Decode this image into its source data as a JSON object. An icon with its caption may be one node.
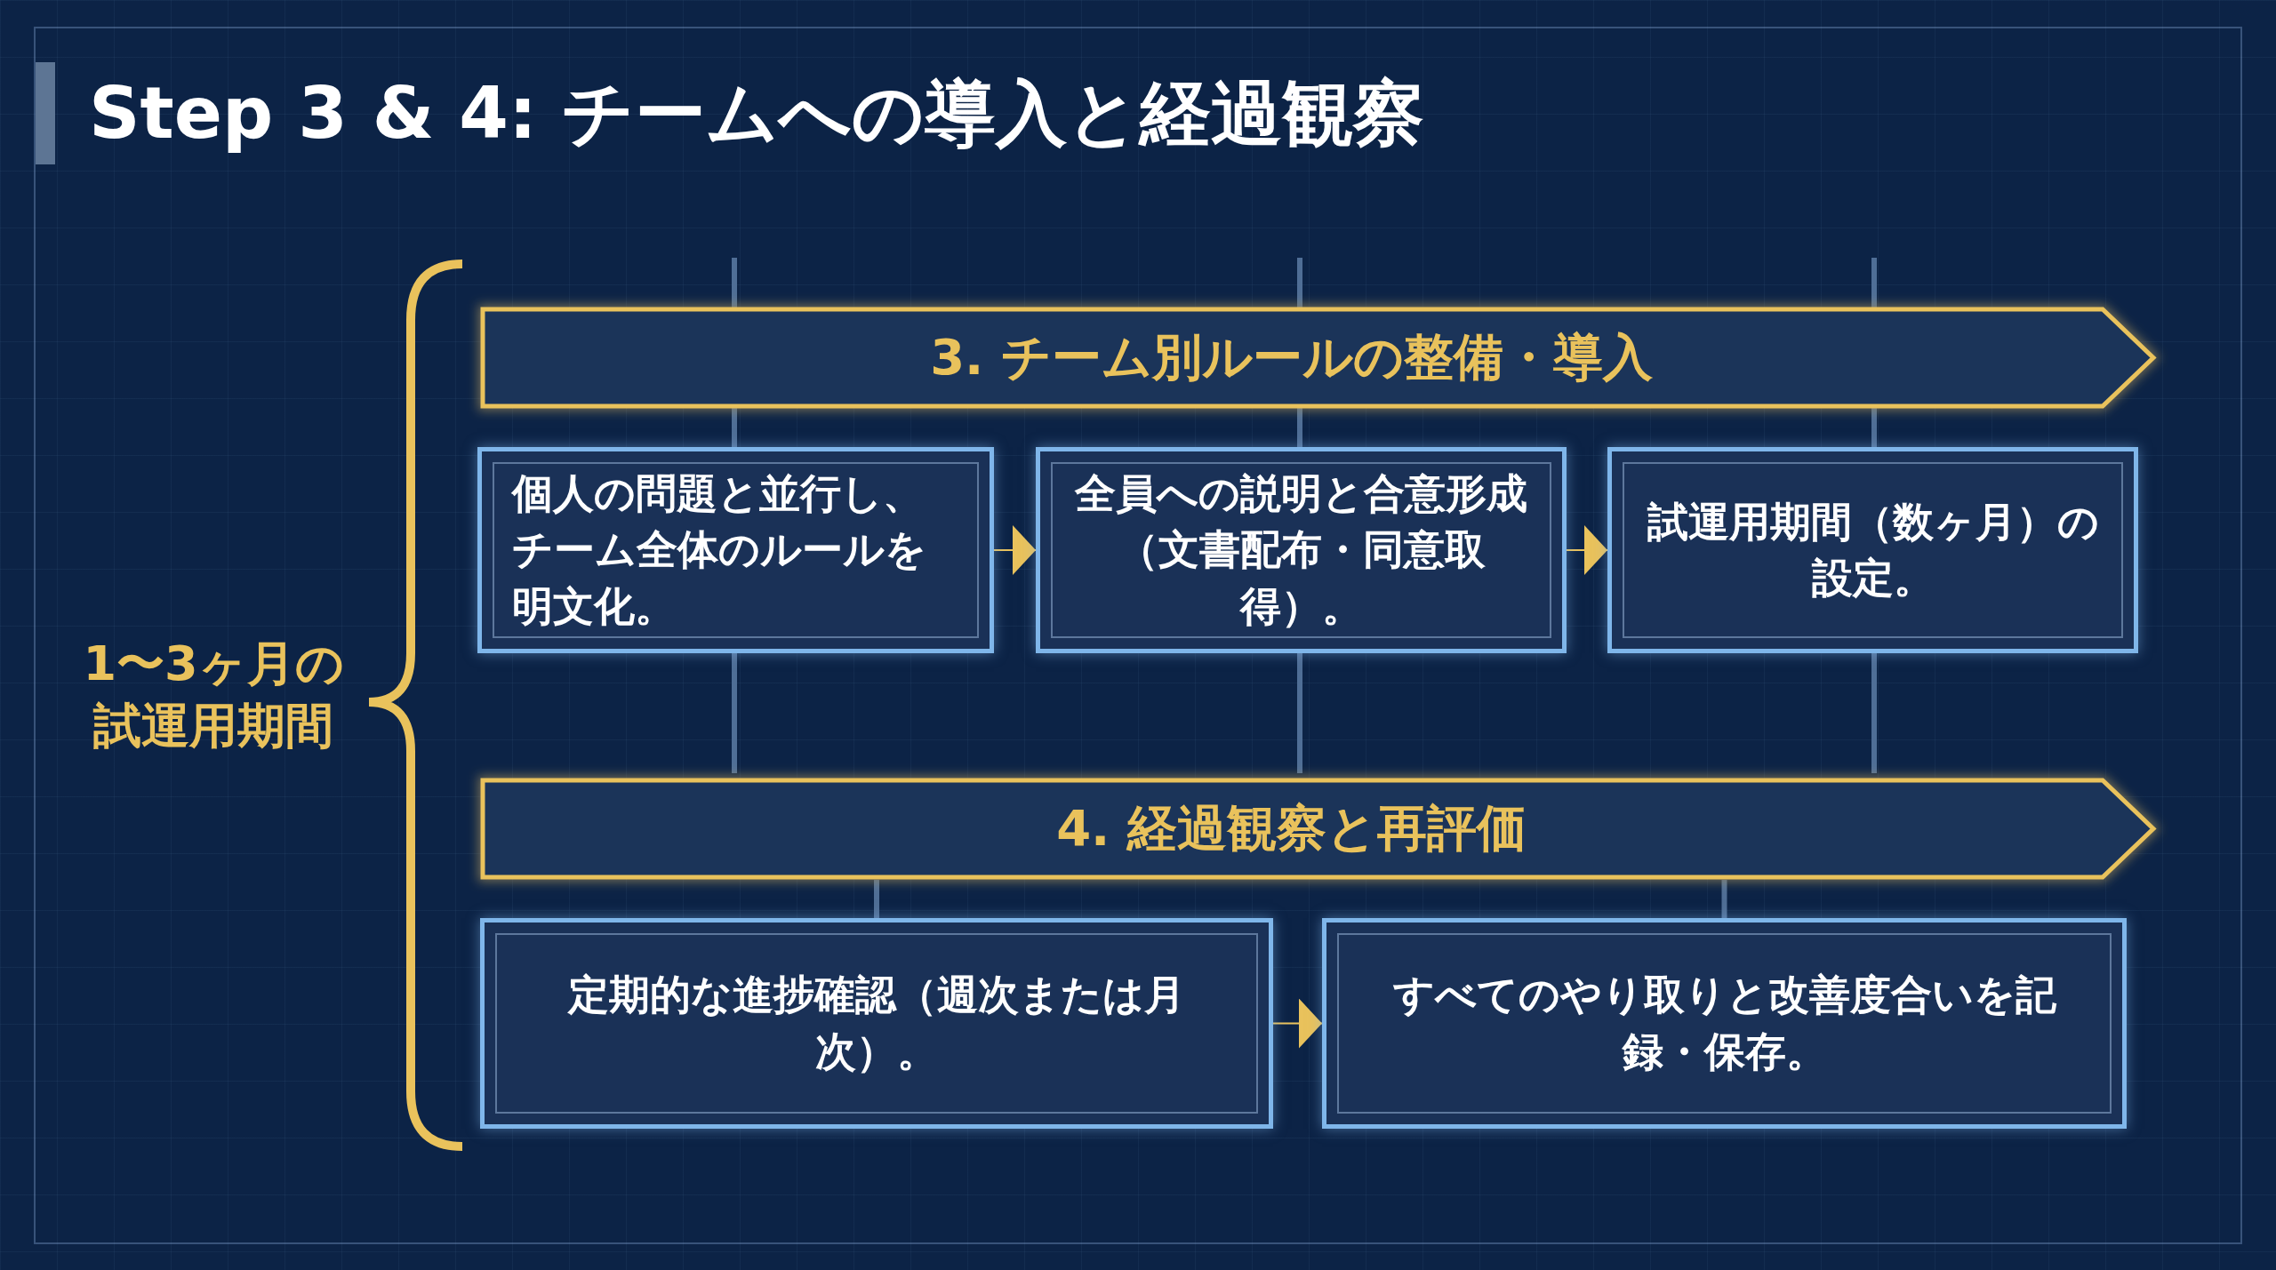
{
  "diagram": {
    "title": "Step 3 & 4: チームへの導入と経過観察",
    "nodes": [
      {
        "text": [
          "3. チーム別ルールの整備・導入"
        ]
      },
      {
        "text": [
          "個人の問題と並行し、チーム全体のルールを明文化。"
        ]
      },
      {
        "text": [
          "全員への説明と合意形成（文書配布・同意取得）。"
        ]
      },
      {
        "text": [
          "試運用期間（数ヶ月）の設定。"
        ]
      },
      {
        "text": [
          "4. 経過観察と再評価"
        ]
      },
      {
        "text": [
          "定期的な進捗確認（週次または月次）。"
        ]
      },
      {
        "text": [
          "すべてのやり取りと改善度合いを記録・保存。"
        ]
      }
    ],
    "edges": [
      {
        "from": 1,
        "to": 2,
        "arrow": "to"
      },
      {
        "from": 2,
        "to": 3,
        "arrow": "to"
      },
      {
        "from": 5,
        "to": 6,
        "arrow": "to"
      },
      {
        "from": 4,
        "to": 5,
        "arrow": "none",
        "style": "thick",
        "color": "#4f6e96"
      },
      {
        "from": 4,
        "to": 6,
        "arrow": "none",
        "style": "thick",
        "color": "#4f6e96"
      }
    ],
    "labels": [
      "1〜3ヶ月の試運用期間"
    ]
  }
}
